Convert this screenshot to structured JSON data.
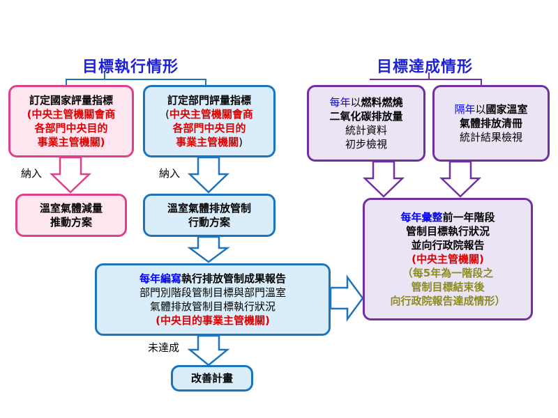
{
  "titles": {
    "left": "目標執行情形",
    "right": "目標達成情形"
  },
  "boxes": {
    "national": {
      "line1": "訂定國家評量指標",
      "line2": "(中央主管機關會商",
      "line3": "各部門中央目的",
      "line4": "事業主管機關)"
    },
    "department": {
      "line1": "訂定部門評量指標",
      "line2_open": "(",
      "line2": "中央主管機關會商",
      "line3": "各部門中央目的",
      "line4": "事業主管機關",
      "line4_close": ")"
    },
    "reduction_plan": {
      "line1": "溫室氣體減量",
      "line2": "推動方案"
    },
    "action_plan": {
      "line1": "溫室氣體排放管制",
      "line2": "行動方案"
    },
    "fuel_stats": {
      "line1_blue": "每年",
      "line1_rest": "以",
      "line1_bold": "燃料燃燒",
      "line2": "二氧化碳排放量",
      "line3": "統計資料",
      "line4": "初步檢視"
    },
    "inventory": {
      "line1_blue": "隔年",
      "line1_rest": "以",
      "line1_bold": "國家溫室",
      "line2": "氣體排放清冊",
      "line3": "統計結果檢視"
    },
    "annual_report": {
      "line1_blue": "每年編寫",
      "line1_rest": "執行排放管制成果報告",
      "line2": "部門別階段管制目標與部門溫室",
      "line3": "氣體排放管制目標執行狀況",
      "line4": "(中央目的事業主管機關)"
    },
    "summary": {
      "line1_blue": "每年彙整",
      "line1_rest": "前一年階段",
      "line2": "管制目標執行狀況",
      "line3": "並向行政院報告",
      "line4": "(中央主管機關)",
      "line5": "（每5年為一階段之",
      "line6": "管制目標結束後",
      "line7": "向行政院報告達成情形）"
    },
    "improvement": {
      "line1": "改善計畫"
    }
  },
  "labels": {
    "incorporate_left": "納入",
    "incorporate_mid": "納入",
    "not_achieved": "未達成"
  },
  "colors": {
    "title": "#1d21d6",
    "pink_border": "#e0408a",
    "blue_border": "#1c75bc",
    "purple_border": "#7030a0",
    "red_text": "#e00000",
    "blue_text": "#0000ff",
    "olive_text": "#8b8b22"
  }
}
